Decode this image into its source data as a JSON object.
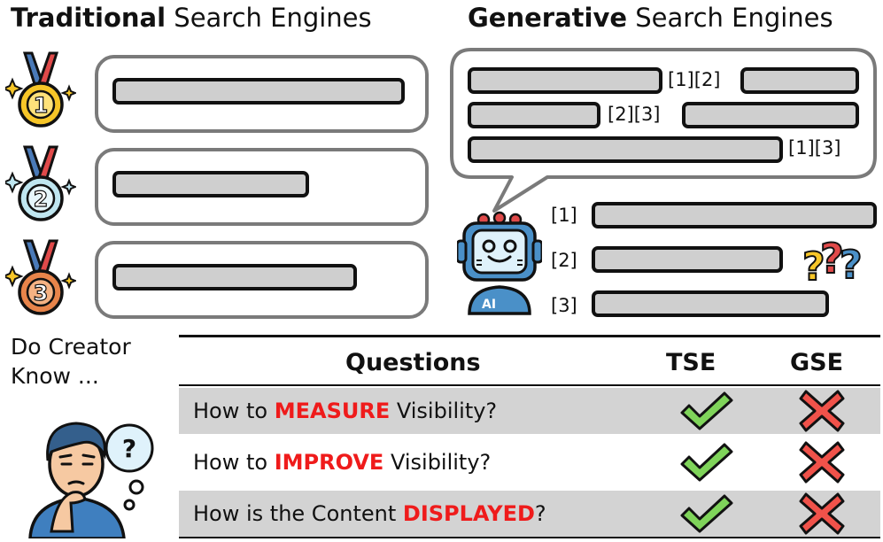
{
  "titles": {
    "tse_bold": "Traditional",
    "tse_rest": "Search Engines",
    "gse_bold": "Generative",
    "gse_rest": "Search Engines"
  },
  "medals": [
    "1",
    "2",
    "3"
  ],
  "robot_label": "AI",
  "gse_answer_citations": [
    "[1][2]",
    "[2][3]",
    "[1][3]"
  ],
  "gse_sources": [
    "[1]",
    "[2]",
    "[3]"
  ],
  "creator_question": {
    "line1": "Do Creator",
    "line2": "Know ..."
  },
  "table": {
    "headers": {
      "questions": "Questions",
      "tse": "TSE",
      "gse": "GSE"
    },
    "rows": [
      {
        "prefix": "How to ",
        "keyword": "MEASURE",
        "suffix": " Visibility?",
        "tse": "check",
        "gse": "cross"
      },
      {
        "prefix": "How to ",
        "keyword": "IMPROVE",
        "suffix": " Visibility?",
        "tse": "check",
        "gse": "cross"
      },
      {
        "prefix": "How is the Content ",
        "keyword": "DISPLAYED",
        "suffix": "?",
        "tse": "check",
        "gse": "cross"
      }
    ]
  },
  "colors": {
    "highlight": "#ef1b1b",
    "check": "#7fd45a",
    "cross": "#f0524a",
    "gold": "#f7c628",
    "silver": "#bfe6f0",
    "bronze": "#e8844a",
    "robot": "#4a90c8"
  },
  "icons": [
    "medal-icon",
    "robot-icon",
    "question-marks-icon",
    "thinking-person-icon",
    "check-icon",
    "cross-icon"
  ]
}
